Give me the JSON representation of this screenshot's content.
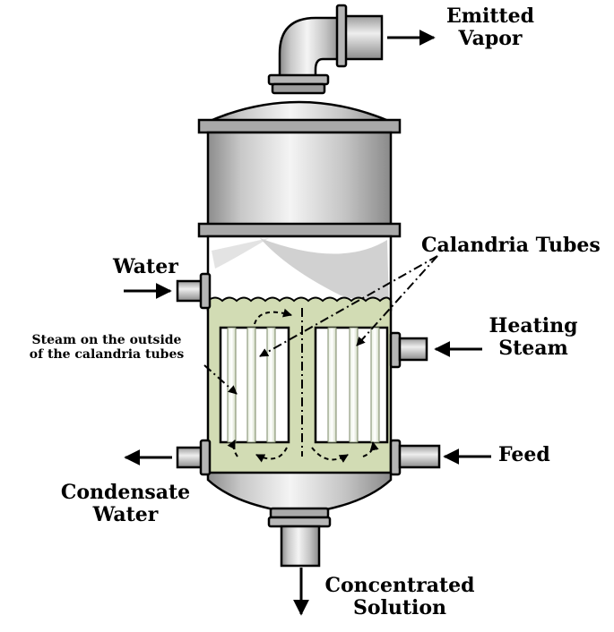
{
  "labels": {
    "emitted_vapor_l1": "Emitted",
    "emitted_vapor_l2": "Vapor",
    "calandria_tubes": "Calandria Tubes",
    "water_inlet": "Water",
    "heating_steam_l1": "Heating",
    "heating_steam_l2": "Steam",
    "steam_outside_l1": "Steam on the outside",
    "steam_outside_l2": "of the calandria tubes",
    "feed": "Feed",
    "condensate_l1": "Condensate",
    "condensate_l2": "Water",
    "concentrated_l1": "Concentrated",
    "concentrated_l2": "Solution"
  },
  "colors": {
    "liquid": "#d2dcb4",
    "metal_light": "#f2f2f2",
    "metal_mid": "#c4c4c4",
    "metal_dark": "#8a8a8a",
    "outline": "#000000"
  }
}
